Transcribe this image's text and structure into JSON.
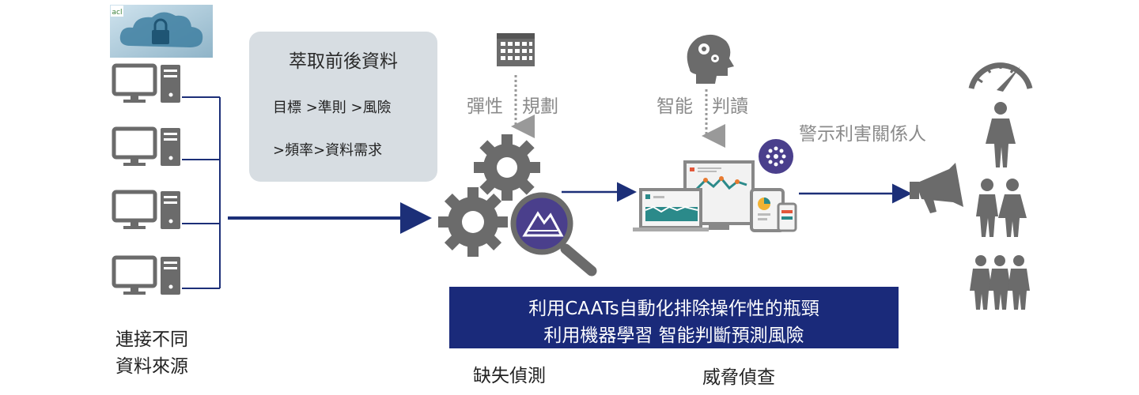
{
  "colors": {
    "arrow": "#1c2f78",
    "icon_gray": "#6b6b6b",
    "banner_bg": "#1a2a7a",
    "box_bg": "#d7dde2"
  },
  "source": {
    "logo_text": "acl",
    "label_line1": "連接不同",
    "label_line2": "資料來源"
  },
  "extract": {
    "title": "萃取前後資料",
    "line1": "目標 >準則 >風險",
    "line2": ">頻率>資料需求"
  },
  "flexible_planning": {
    "part1": "彈性",
    "part2": "規劃"
  },
  "smart_interpret": {
    "part1": "智能",
    "part2": "判讀"
  },
  "alert": {
    "label": "警示利害關係人"
  },
  "banner": {
    "line1": "利用CAATs自動化排除操作性的瓶頸",
    "line2": "利用機器學習 智能判斷預測風險"
  },
  "bottom": {
    "anomaly": "缺失偵測",
    "threat": "威脅偵查"
  }
}
